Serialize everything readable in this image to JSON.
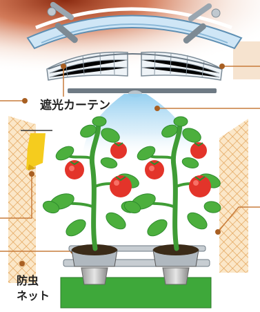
{
  "labels": {
    "shade_curtain": "遮光カーテン",
    "insect_net_line1": "防虫",
    "insect_net_line2": "ネット"
  },
  "colors": {
    "leader_line": "#c77b3a",
    "leader_dot": "#a85f22",
    "net": "#e8b779",
    "leaf": "#4caf3d",
    "leaf_dark": "#2e8b2e",
    "tomato": "#e3342a",
    "grass_mat": "#3ea83a",
    "light_beam": "#a9d8f2",
    "trap": "#f5cc1e"
  },
  "icons": [
    "roof-icon",
    "shade-curtain-icon",
    "led-light-icon",
    "insect-net-icon",
    "sticky-trap-icon",
    "tomato-plant-icon",
    "pot-icon",
    "rail-icon",
    "ground-mat-icon"
  ]
}
